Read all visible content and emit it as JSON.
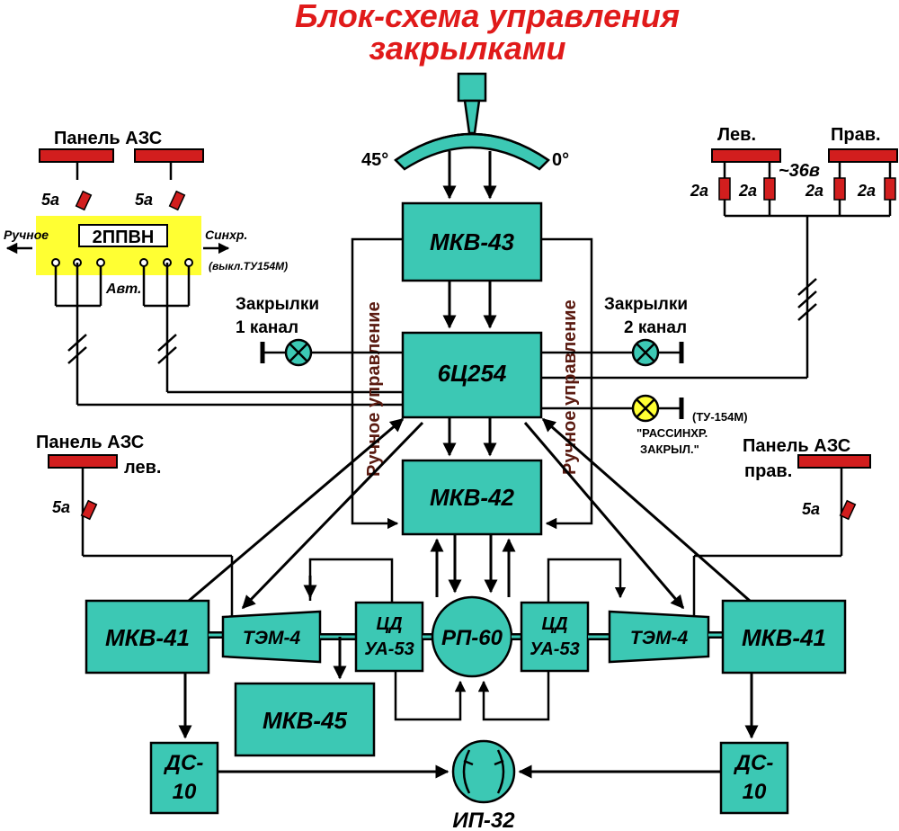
{
  "title": {
    "line1": "Блок-схема управления",
    "line2": "закрылками"
  },
  "colors": {
    "box": "#3cc8b4",
    "title": "#e01a1a",
    "bus": "#d21e1e",
    "highlight": "#ffff33",
    "vertical_text": "#5a1a10"
  },
  "dial": {
    "left": "45°",
    "right": "0°"
  },
  "blocks": {
    "mkv43": "МКВ-43",
    "c254": "6Ц254",
    "mkv42": "МКВ-42",
    "mkv41_left": "МКВ-41",
    "mkv41_right": "МКВ-41",
    "tem4_left": "ТЭМ-4",
    "tem4_right": "ТЭМ-4",
    "cd_left_1": "ЦД",
    "cd_left_2": "УА-53",
    "cd_right_1": "ЦД",
    "cd_right_2": "УА-53",
    "rp60": "РП-60",
    "mkv45": "МКВ-45",
    "ds10_left_1": "ДС-",
    "ds10_left_2": "10",
    "ds10_right_1": "ДС-",
    "ds10_right_2": "10",
    "ip32": "ИП-32"
  },
  "panels": {
    "azs_top": "Панель АЗС",
    "azs_left_1": "Панель АЗС",
    "azs_left_2": "лев.",
    "azs_right_1": "Панель АЗС",
    "azs_right_2": "прав.",
    "lev": "Лев.",
    "prav": "Прав.",
    "voltage": "~36в"
  },
  "fuses": {
    "top_left_a": "5а",
    "top_left_b": "5а",
    "left": "5а",
    "right": "5а",
    "r1": "2а",
    "r2": "2а",
    "r3": "2а",
    "r4": "2а"
  },
  "switch": {
    "name": "2ППВН",
    "manual": "Ручное",
    "sync": "Синхр.",
    "sync_note": "(выкл.ТУ154М)",
    "auto": "Авт."
  },
  "lamps": {
    "ch1_line1": "Закрылки",
    "ch1_line2": "1 канал",
    "ch2_line1": "Закрылки",
    "ch2_line2": "2 канал",
    "desync_model": "(ТУ-154М)",
    "desync_line1": "\"РАССИНХР.",
    "desync_line2": "ЗАКРЫЛ.\""
  },
  "vertical": {
    "left": "Ручное управление",
    "right": "Ручное управление"
  }
}
